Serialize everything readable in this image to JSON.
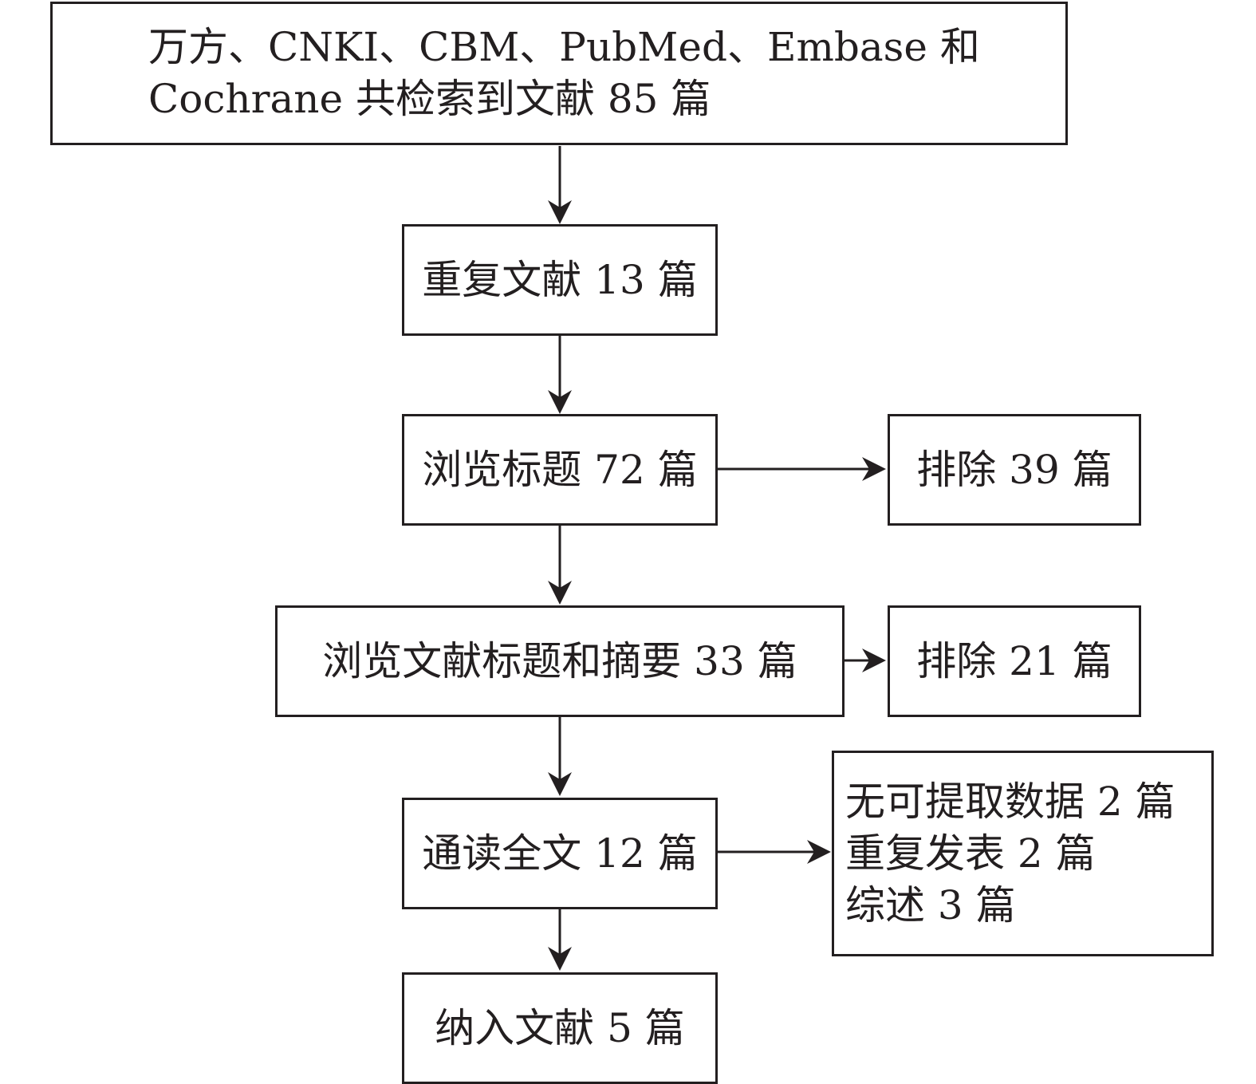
{
  "flow": {
    "search": {
      "line1": "万方、CNKI、CBM、PubMed、Embase 和",
      "line2": "Cochrane 共检索到文献 85 篇"
    },
    "duplicates": "重复文献 13 篇",
    "title_screen": "浏览标题 72 篇",
    "title_excluded": "排除 39 篇",
    "abstract_screen": "浏览文献标题和摘要 33 篇",
    "abstract_excluded": "排除 21 篇",
    "fulltext_screen": "通读全文 12 篇",
    "fulltext_excluded": {
      "reason1": "无可提取数据 2 篇",
      "reason2": "重复发表 2 篇",
      "reason3": "综述 3 篇"
    },
    "included": "纳入文献 5 篇"
  },
  "colors": {
    "stroke": "#231f20",
    "background": "#ffffff"
  }
}
